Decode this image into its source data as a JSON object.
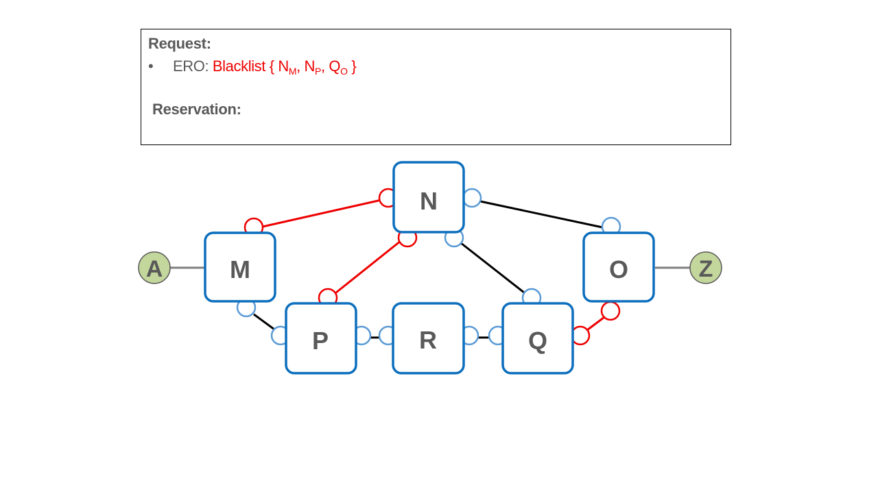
{
  "request": {
    "heading": "Request:",
    "bullet": "•",
    "ero_prefix": "ERO: ",
    "blacklist_open": "Blacklist { N",
    "sub1": "M",
    "sep1": ", N",
    "sub2": "P",
    "sep2": ", Q",
    "sub3": "O",
    "close": " }"
  },
  "reservation": {
    "heading": "Reservation:"
  },
  "nodes": [
    {
      "id": "N",
      "label": "N"
    },
    {
      "id": "M",
      "label": "M"
    },
    {
      "id": "O",
      "label": "O"
    },
    {
      "id": "P",
      "label": "P"
    },
    {
      "id": "R",
      "label": "R"
    },
    {
      "id": "Q",
      "label": "Q"
    }
  ],
  "endpoints": [
    {
      "id": "A",
      "label": "A"
    },
    {
      "id": "Z",
      "label": "Z"
    }
  ],
  "colors": {
    "node_border": "#0d6fbd",
    "port_blue": "#5b9bd5",
    "blacklisted": "#ee0000",
    "endpoint_fill": "#c3d69b",
    "link": "#000000"
  }
}
